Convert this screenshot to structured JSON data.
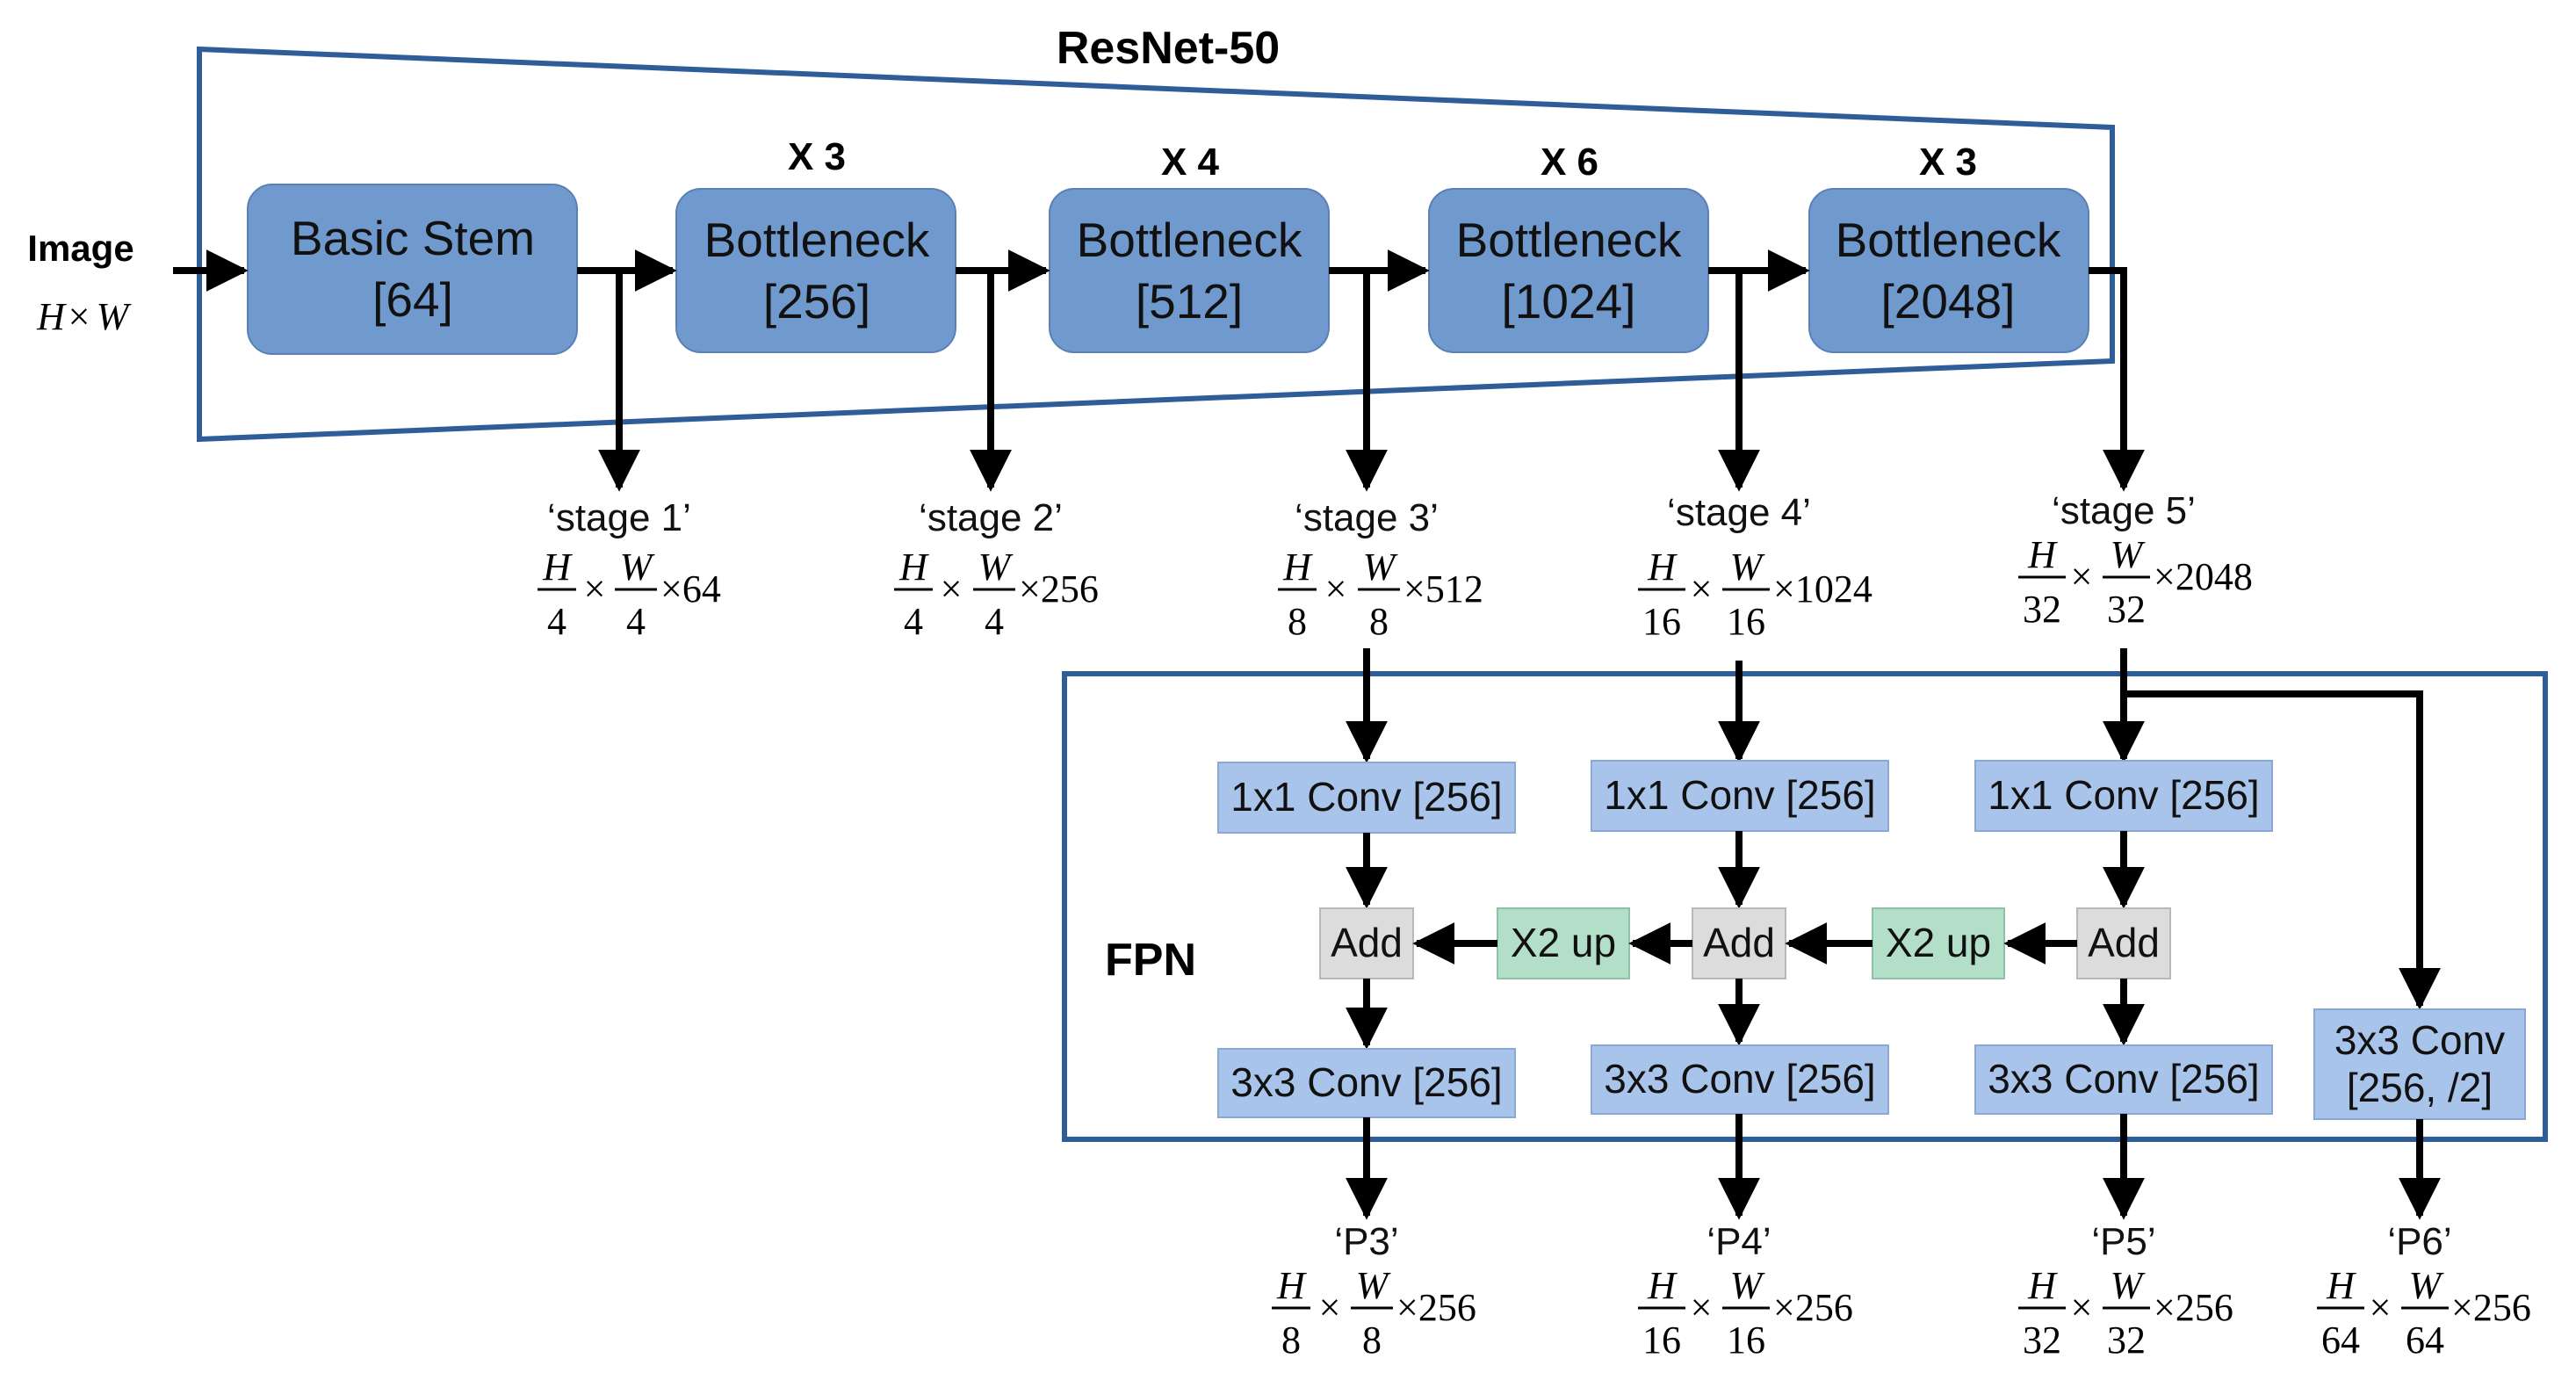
{
  "resnet": {
    "title": "ResNet-50",
    "input": {
      "label": "Image",
      "dims": {
        "a": "H",
        "op": "×",
        "b": "W"
      }
    },
    "blocks": [
      {
        "name": "Basic Stem",
        "channels": "[64]",
        "repeat": ""
      },
      {
        "name": "Bottleneck",
        "channels": "[256]",
        "repeat": "X 3"
      },
      {
        "name": "Bottleneck",
        "channels": "[512]",
        "repeat": "X 4"
      },
      {
        "name": "Bottleneck",
        "channels": "[1024]",
        "repeat": "X 6"
      },
      {
        "name": "Bottleneck",
        "channels": "[2048]",
        "repeat": "X 3"
      }
    ]
  },
  "stages": [
    {
      "label": "‘stage 1’",
      "h": "H",
      "hd": "4",
      "w": "W",
      "wd": "4",
      "times": "×",
      "ch": "×64"
    },
    {
      "label": "‘stage 2’",
      "h": "H",
      "hd": "4",
      "w": "W",
      "wd": "4",
      "times": "×",
      "ch": "×256"
    },
    {
      "label": "‘stage 3’",
      "h": "H",
      "hd": "8",
      "w": "W",
      "wd": "8",
      "times": "×",
      "ch": "×512"
    },
    {
      "label": "‘stage 4’",
      "h": "H",
      "hd": "16",
      "w": "W",
      "wd": "16",
      "times": "×",
      "ch": "×1024"
    },
    {
      "label": "‘stage 5’",
      "h": "H",
      "hd": "32",
      "w": "W",
      "wd": "32",
      "times": "×",
      "ch": "×2048"
    }
  ],
  "fpn": {
    "title": "FPN",
    "lateral": [
      "1x1 Conv [256]",
      "1x1 Conv [256]",
      "1x1 Conv [256]"
    ],
    "add": [
      "Add",
      "Add",
      "Add"
    ],
    "upsample": [
      "X2 up",
      "X2 up"
    ],
    "output_conv": [
      "3x3 Conv [256]",
      "3x3 Conv [256]",
      "3x3 Conv [256]"
    ],
    "extra_conv": {
      "line1": "3x3 Conv",
      "line2": "[256, /2]"
    }
  },
  "outputs": [
    {
      "label": "‘P3’",
      "h": "H",
      "hd": "8",
      "w": "W",
      "wd": "8",
      "times": "×",
      "ch": "×256"
    },
    {
      "label": "‘P4’",
      "h": "H",
      "hd": "16",
      "w": "W",
      "wd": "16",
      "times": "×",
      "ch": "×256"
    },
    {
      "label": "‘P5’",
      "h": "H",
      "hd": "32",
      "w": "W",
      "wd": "32",
      "times": "×",
      "ch": "×256"
    },
    {
      "label": "‘P6’",
      "h": "H",
      "hd": "64",
      "w": "W",
      "wd": "64",
      "times": "×",
      "ch": "×256"
    }
  ],
  "colors": {
    "frame": "#2f5d9a",
    "main_block": "#7099cd",
    "conv_block": "#a9c4ea",
    "add_block": "#dcdcdc",
    "upsample_block": "#b3dfc8",
    "arrow": "#000000"
  }
}
